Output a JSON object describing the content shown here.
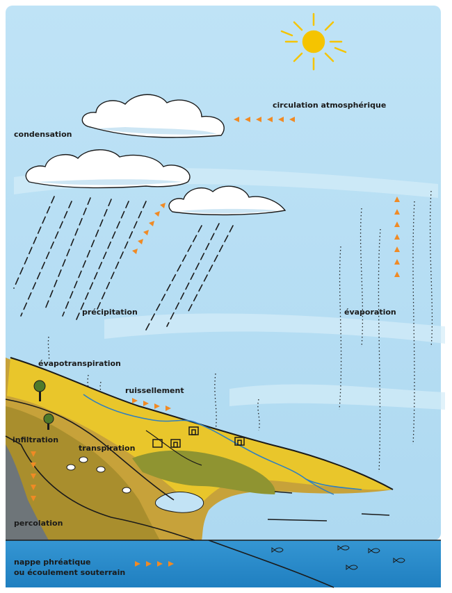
{
  "labels": {
    "condensation": "condensation",
    "circulation": "circulation atmosphérique",
    "precipitation": "précipitation",
    "evaporation": "évaporation",
    "evapotranspiration": "évapotranspiration",
    "ruissellement": "ruissellement",
    "infiltration": "infiltration",
    "transpiration": "transpiration",
    "percolation": "percolation",
    "nappe_line1": "nappe phréatique",
    "nappe_line2": "ou écoulement souterrain"
  },
  "colors": {
    "sky": "#c3e4f5",
    "cloud": "#ffffff",
    "sun": "#f5c400",
    "land_yellow": "#e9c52a",
    "land_ochre": "#c9a236",
    "land_brown": "#a88d2c",
    "land_green": "#8c8f2e",
    "rock": "#6b7378",
    "sea": "#2a8ac8",
    "arrow": "#f08a24"
  },
  "icons": [
    "sun-icon",
    "cloud-icon",
    "tree-icon",
    "house-icon",
    "sheep-icon",
    "fish-icon"
  ]
}
